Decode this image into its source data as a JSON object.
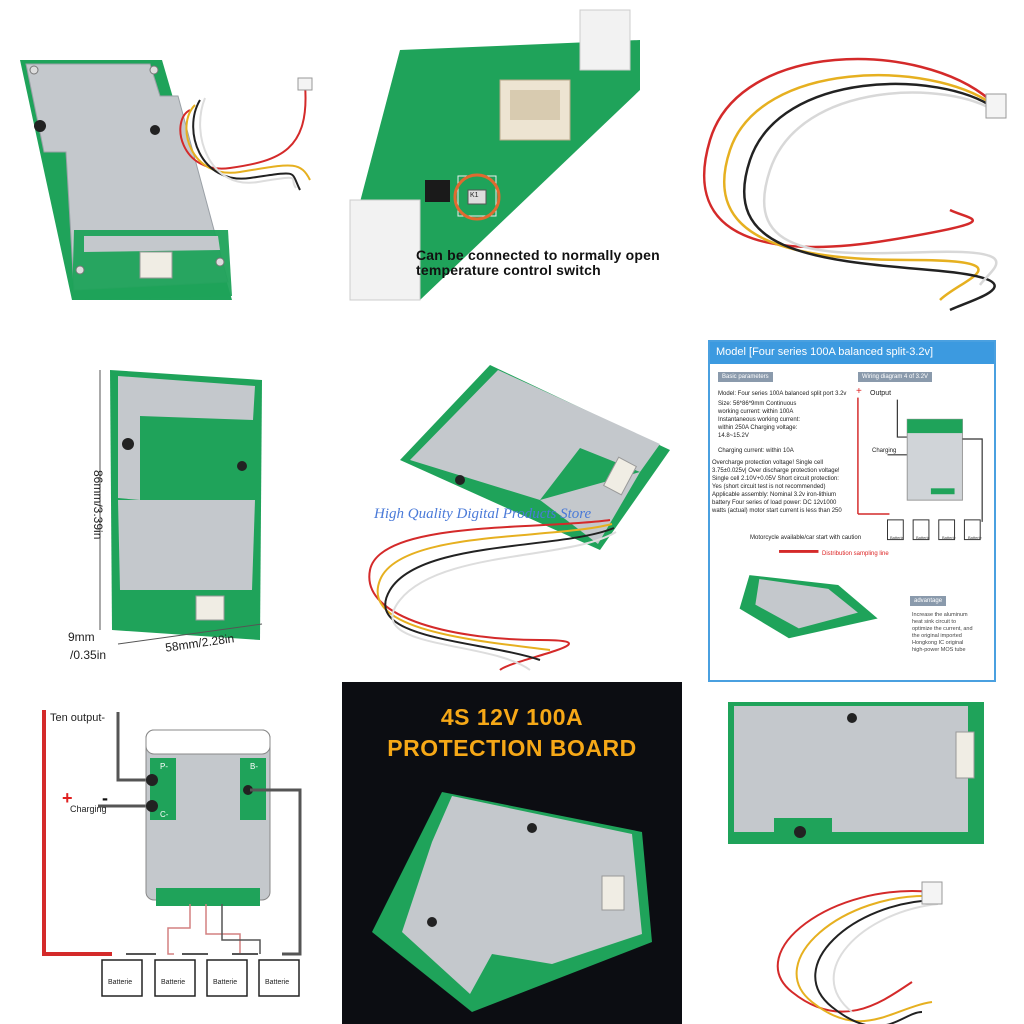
{
  "panels": {
    "connector_closeup": {
      "caption_line1": "Can be connected to normally open",
      "caption_line2": "temperature control switch",
      "board_mark": "K1"
    },
    "dimensions": {
      "height": "86mm/3.39in",
      "width": "58mm/2.28in",
      "thickness_line1": "9mm",
      "thickness_line2": "/0.35in"
    },
    "watermark": {
      "text": "High Quality Digital Products Store"
    },
    "spec_sheet": {
      "title": "Model [Four series 100A balanced split-3.2v]",
      "tag_basic": "Basic parameters",
      "tag_wiring": "Wiring diagram 4 of 3.2V",
      "model_line": "Model: Four series 100A balanced split port 3.2v",
      "size_lines": [
        "Size: 56*86*9mm Continuous",
        "working current: within 100A",
        "Instantaneous working current:",
        "within 250A Charging voltage:",
        "14.8~15.2V"
      ],
      "charging_current": "Charging current: within 10A",
      "protection_lines": [
        "Overcharge protection voltage! Single cell",
        "3.75±0.025v| Over discharge protection voltage!",
        "Single cell 2.10V+0.05V Short circuit protection:",
        "Yes (short circuit test is not recommended)",
        "Applicable assembly: Nominal 3.2v iron-lithium",
        "battery Four series of load power: DC 12v1000",
        "watts (actual) motor start current is less than 250"
      ],
      "motorcycle_note": "Motorcycle available/car start with caution",
      "output_label": "Output",
      "charging_label": "Charging",
      "distribution_label": "Distribution sampling line",
      "tag_advantage": "advantage",
      "advantage_lines": [
        "Increase the aluminum",
        "heat sink circuit to",
        "optimize the current, and",
        "the original imported",
        "Hongkong IC original",
        "high-power MOS tube"
      ],
      "battery_label": "Batterie"
    },
    "wiring_diagram": {
      "output_label": "Ten output-",
      "charging_label": "Charging",
      "plus_sign": "+",
      "minus_sign": "-",
      "battery_label": "Batterie",
      "board_labels": [
        "P-",
        "C-",
        "B-"
      ]
    },
    "banner": {
      "line1": "4S 12V 100A",
      "line2": "PROTECTION BOARD"
    }
  },
  "colors": {
    "pcb_green": "#1fa35a",
    "heatsink": "#c4c8cc",
    "wire_red": "#d42a2a",
    "wire_yellow": "#e6b020",
    "wire_black": "#222222",
    "banner_text": "#f6a817",
    "sheet_blue": "#3c9ae0"
  }
}
